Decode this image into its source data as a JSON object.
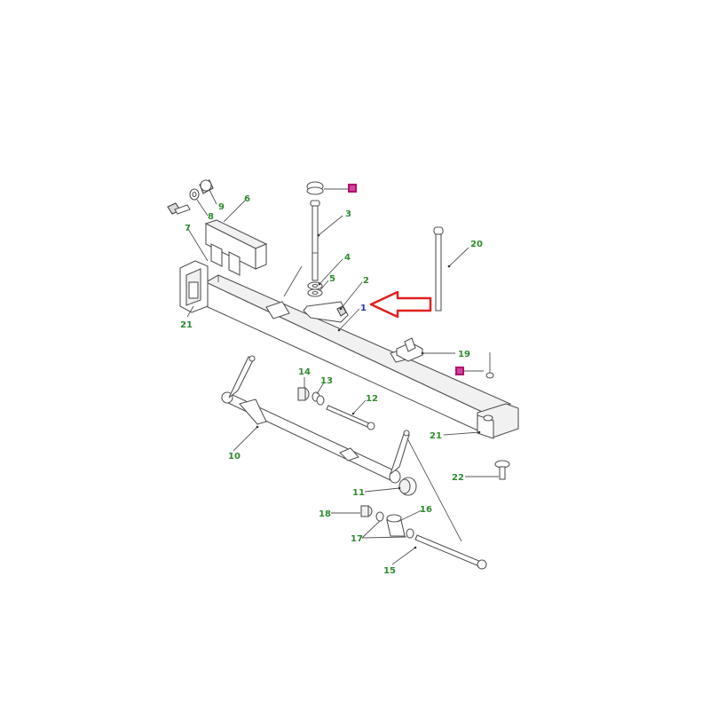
{
  "colors": {
    "callout_green": "#2e8b2e",
    "callout_blue": "#2233bb",
    "arrow_red": "#e02020",
    "badge_magenta": "#b0106e"
  },
  "callouts": {
    "c1": "1",
    "c2": "2",
    "c3": "3",
    "c4": "4",
    "c5": "5",
    "c6": "6",
    "c7": "7",
    "c8": "8",
    "c9": "9",
    "c10": "10",
    "c11": "11",
    "c12": "12",
    "c13": "13",
    "c14": "14",
    "c15": "15",
    "c16": "16",
    "c17": "17",
    "c18": "18",
    "c19": "19",
    "c20": "20",
    "c21_left": "21",
    "c21_right": "21",
    "c22": "22"
  },
  "icons": {
    "pointer": "red-outline-arrow-icon",
    "badges": "magenta-square-badge-icon"
  }
}
